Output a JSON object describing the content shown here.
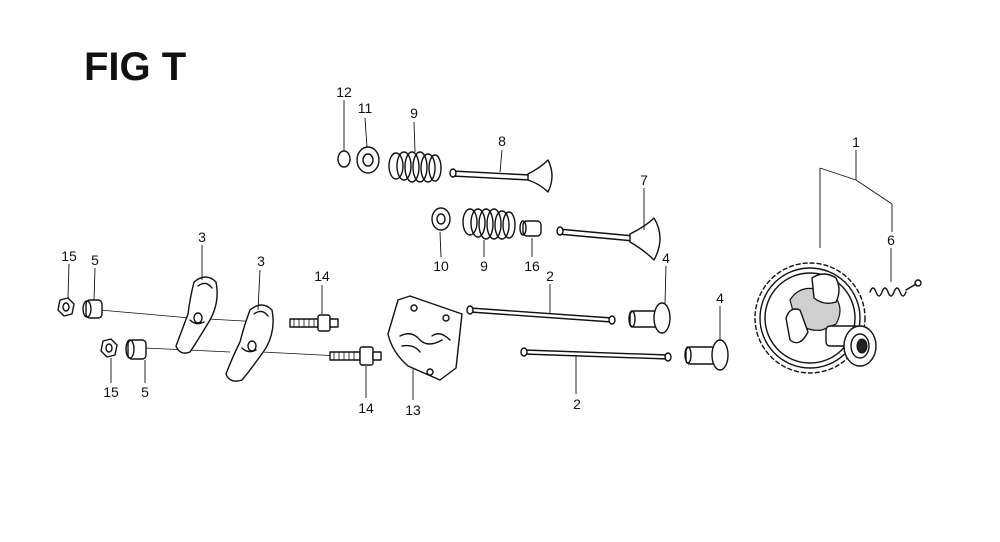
{
  "figure": {
    "title": "FIG T",
    "ink_color": "#111111",
    "background": "#ffffff"
  },
  "callouts": [
    {
      "id": "c1",
      "label": "1"
    },
    {
      "id": "c2a",
      "label": "2"
    },
    {
      "id": "c2b",
      "label": "2"
    },
    {
      "id": "c3a",
      "label": "3"
    },
    {
      "id": "c3b",
      "label": "3"
    },
    {
      "id": "c4a",
      "label": "4"
    },
    {
      "id": "c4b",
      "label": "4"
    },
    {
      "id": "c5a",
      "label": "5"
    },
    {
      "id": "c5b",
      "label": "5"
    },
    {
      "id": "c6",
      "label": "6"
    },
    {
      "id": "c7",
      "label": "7"
    },
    {
      "id": "c8",
      "label": "8"
    },
    {
      "id": "c9a",
      "label": "9"
    },
    {
      "id": "c9b",
      "label": "9"
    },
    {
      "id": "c10",
      "label": "10"
    },
    {
      "id": "c11",
      "label": "11"
    },
    {
      "id": "c12",
      "label": "12"
    },
    {
      "id": "c13",
      "label": "13"
    },
    {
      "id": "c14a",
      "label": "14"
    },
    {
      "id": "c14b",
      "label": "14"
    },
    {
      "id": "c15a",
      "label": "15"
    },
    {
      "id": "c15b",
      "label": "15"
    },
    {
      "id": "c16",
      "label": "16"
    }
  ]
}
